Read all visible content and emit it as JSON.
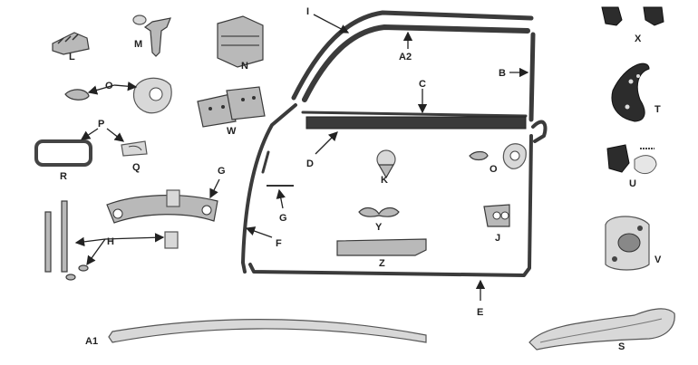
{
  "labels": {
    "L": "L",
    "M": "M",
    "N": "N",
    "O": "O",
    "O2": "O",
    "P": "P",
    "R": "R",
    "Q": "Q",
    "W": "W",
    "G": "G",
    "G2": "G",
    "H": "H",
    "I": "I",
    "A2": "A2",
    "B": "B",
    "C": "C",
    "D": "D",
    "K": "K",
    "F": "F",
    "Y": "Y",
    "J": "J",
    "Z": "Z",
    "E": "E",
    "A1": "A1",
    "X": "X",
    "T": "T",
    "U": "U",
    "V": "V",
    "S": "S"
  },
  "colors": {
    "seal": "#3b3b3b",
    "part": "#b9b9b9",
    "dark": "#2c2c2c",
    "background": "#ffffff"
  }
}
